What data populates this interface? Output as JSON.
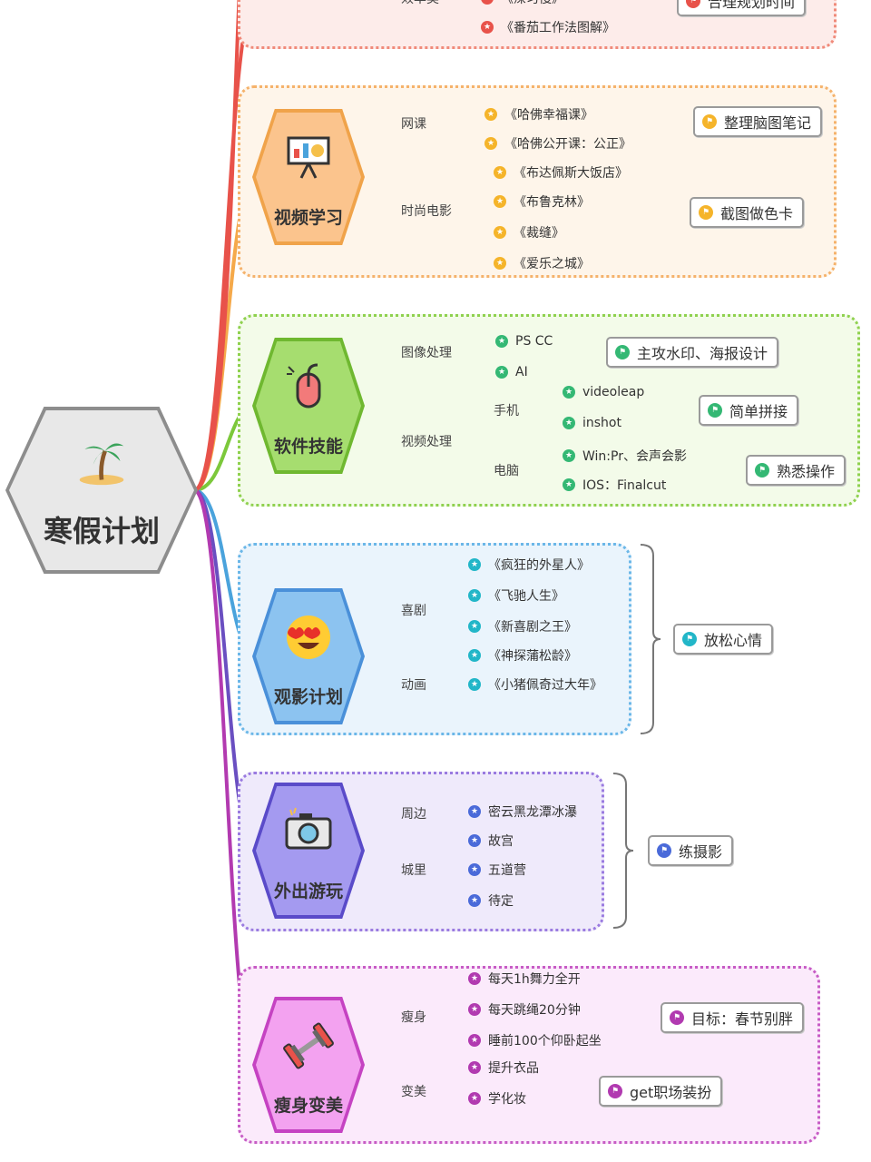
{
  "root": {
    "title": "寒假计划",
    "icon": "palm-island-icon"
  },
  "top_partial": {
    "leaf_cut": "《深习慢》",
    "leaf": "《番茄工作法图解》",
    "tag_cut": "合理规划时间",
    "label_cut": "效率类"
  },
  "sections": [
    {
      "id": "video",
      "title": "视频学习",
      "icon": "presentation-icon",
      "color": "#f5a94a",
      "groups": [
        {
          "label": "网课",
          "items": [
            "《哈佛幸福课》",
            "《哈佛公开课：公正》"
          ],
          "tag": "整理脑图笔记"
        },
        {
          "label": "时尚电影",
          "items": [
            "《布达佩斯大饭店》",
            "《布鲁克林》",
            "《裁缝》",
            "《爱乐之城》"
          ],
          "tag": "截图做色卡"
        }
      ]
    },
    {
      "id": "software",
      "title": "软件技能",
      "icon": "mouse-icon",
      "color": "#7cc83b",
      "groups": [
        {
          "label": "图像处理",
          "items": [
            "PS CC",
            "AI"
          ],
          "tag": "主攻水印、海报设计"
        },
        {
          "label": "视频处理",
          "sub": [
            {
              "label": "手机",
              "items": [
                "videoleap",
                "inshot"
              ],
              "tag": "简单拼接"
            },
            {
              "label": "电脑",
              "items": [
                "Win:Pr、会声会影",
                "IOS：Finalcut"
              ],
              "tag": "熟悉操作"
            }
          ]
        }
      ]
    },
    {
      "id": "movie",
      "title": "观影计划",
      "icon": "heart-eyes-icon",
      "color": "#4aa3dc",
      "groups": [
        {
          "label": "喜剧",
          "items": [
            "《疯狂的外星人》",
            "《飞驰人生》",
            "《新喜剧之王》",
            "《神探蒲松龄》"
          ]
        },
        {
          "label": "动画",
          "items": [
            "《小猪佩奇过大年》"
          ]
        }
      ],
      "tag": "放松心情"
    },
    {
      "id": "travel",
      "title": "外出游玩",
      "icon": "camera-icon",
      "color": "#6a4fc1",
      "groups": [
        {
          "label": "周边",
          "items": [
            "密云黑龙潭冰瀑"
          ]
        },
        {
          "label": "城里",
          "items": [
            "故宫",
            "五道营",
            "待定"
          ]
        }
      ],
      "tag": "练摄影"
    },
    {
      "id": "fitness",
      "title": "瘦身变美",
      "icon": "dumbbell-icon",
      "color": "#b23ab0",
      "groups": [
        {
          "label": "瘦身",
          "items": [
            "每天1h舞力全开",
            "每天跳绳20分钟",
            "睡前100个仰卧起坐"
          ],
          "tag": "目标：春节别胖"
        },
        {
          "label": "变美",
          "items": [
            "提升衣品",
            "学化妆"
          ],
          "tag": "get职场装扮"
        }
      ]
    }
  ]
}
